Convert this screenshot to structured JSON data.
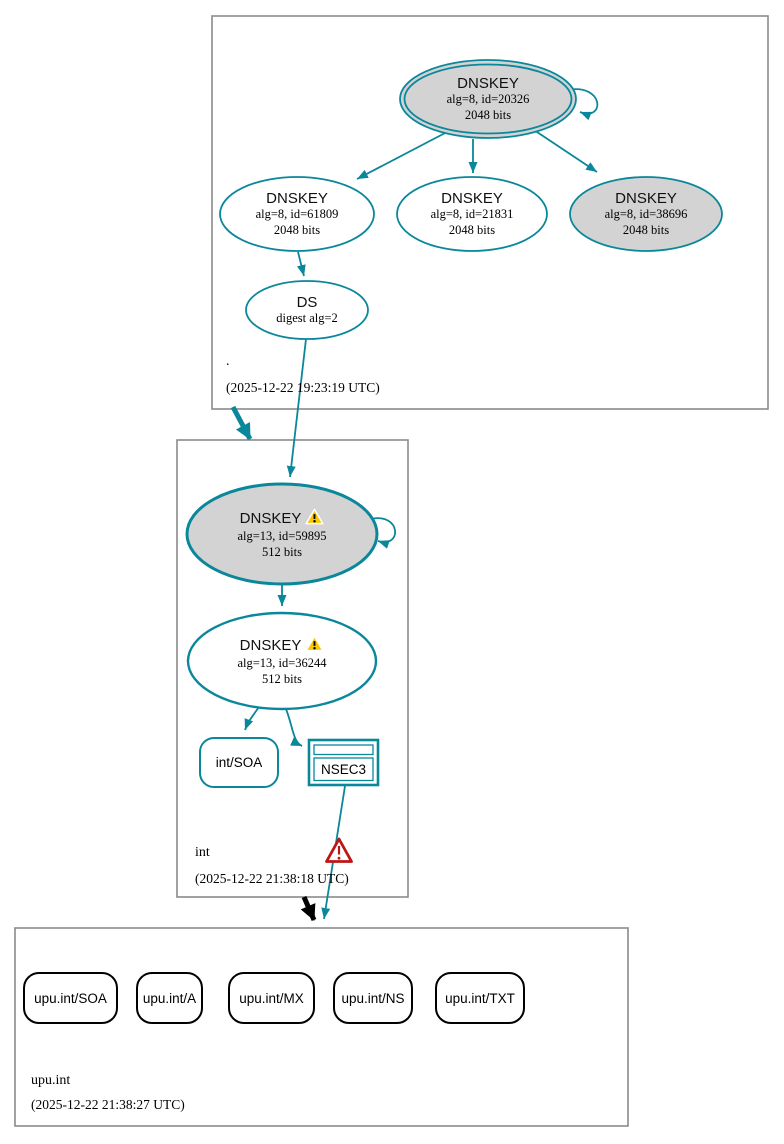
{
  "colors": {
    "secure_teal": "#0a879a",
    "insecure_black": "#000000",
    "node_gray_fill": "#d3d3d3",
    "cluster_border": "#8a8a8a",
    "warning_yellow": "#f8c700",
    "error_red": "#be1515"
  },
  "zones": {
    "root": {
      "label": ".",
      "timestamp": "(2025-12-22 19:23:19 UTC)",
      "ksk": {
        "title": "DNSKEY",
        "detail1": "alg=8, id=20326",
        "detail2": "2048 bits"
      },
      "zsk1": {
        "title": "DNSKEY",
        "detail1": "alg=8, id=61809",
        "detail2": "2048 bits"
      },
      "zsk2": {
        "title": "DNSKEY",
        "detail1": "alg=8, id=21831",
        "detail2": "2048 bits"
      },
      "zsk3": {
        "title": "DNSKEY",
        "detail1": "alg=8, id=38696",
        "detail2": "2048 bits"
      },
      "ds": {
        "title": "DS",
        "detail1": "digest alg=2"
      }
    },
    "int": {
      "label": "int",
      "timestamp": "(2025-12-22 21:38:18 UTC)",
      "ksk": {
        "title": "DNSKEY",
        "detail1": "alg=13, id=59895",
        "detail2": "512 bits"
      },
      "zsk": {
        "title": "DNSKEY",
        "detail1": "alg=13, id=36244",
        "detail2": "512 bits"
      },
      "soa": {
        "label": "int/SOA"
      },
      "nsec3": {
        "label": "NSEC3"
      }
    },
    "upu_int": {
      "label": "upu.int",
      "timestamp": "(2025-12-22 21:38:27 UTC)",
      "rrsets": [
        {
          "label": "upu.int/SOA"
        },
        {
          "label": "upu.int/A"
        },
        {
          "label": "upu.int/MX"
        },
        {
          "label": "upu.int/NS"
        },
        {
          "label": "upu.int/TXT"
        }
      ]
    }
  }
}
